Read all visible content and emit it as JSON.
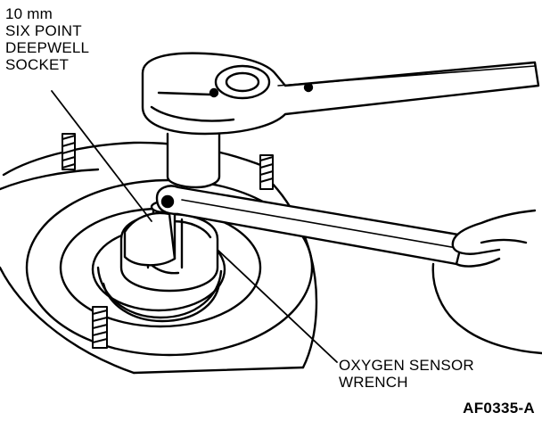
{
  "callouts": {
    "socket": {
      "lines": [
        "10 mm",
        "SIX POINT",
        "DEEPWELL",
        "SOCKET"
      ]
    },
    "wrench": {
      "lines": [
        "OXYGEN SENSOR",
        "WRENCH"
      ]
    }
  },
  "figure_code": "AF0335-A",
  "colors": {
    "ink": "#000000",
    "paper": "#ffffff"
  }
}
